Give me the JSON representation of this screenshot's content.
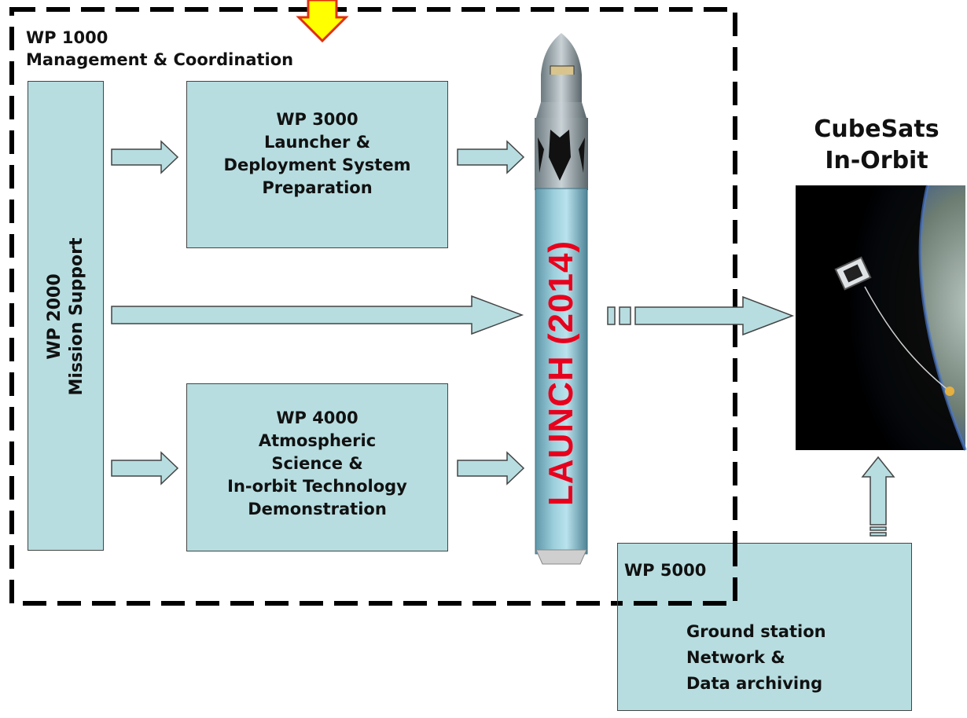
{
  "wp1000": {
    "id": "WP 1000",
    "name": "Management & Coordination"
  },
  "wp2000": {
    "id": "WP 2000",
    "name": "Mission Support"
  },
  "wp3000": {
    "id": "WP 3000",
    "lines": [
      "Launcher &",
      "Deployment System",
      "Preparation"
    ]
  },
  "wp4000": {
    "id": "WP 4000",
    "lines": [
      "Atmospheric",
      "Science &",
      "In-orbit Technology",
      "Demonstration"
    ]
  },
  "wp5000": {
    "id": "WP 5000",
    "lines": [
      "Ground station",
      "Network &",
      "Data archiving"
    ]
  },
  "launch": {
    "label": "LAUNCH (2014)"
  },
  "cubesats": {
    "lines": [
      "CubeSats",
      "In-Orbit"
    ]
  },
  "colors": {
    "box": "#b7dde0",
    "launch_text": "#e8001c",
    "highlight_arrow": "#ffff00",
    "highlight_outline": "#e03010"
  }
}
